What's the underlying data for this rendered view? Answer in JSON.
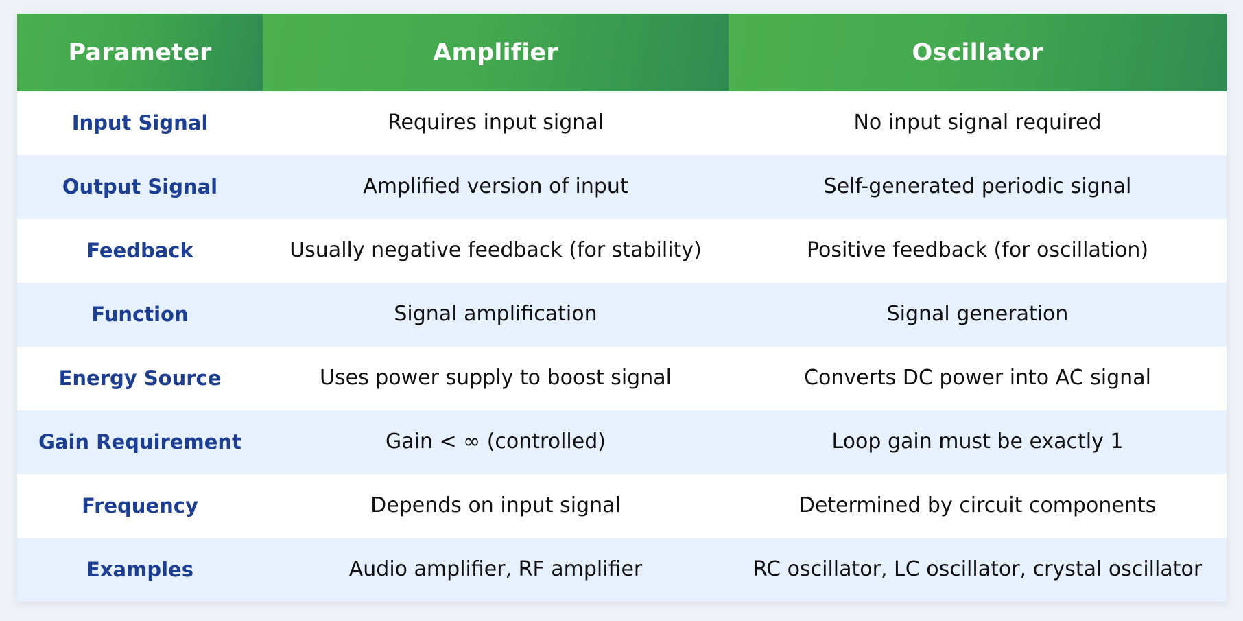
{
  "table": {
    "columns": [
      {
        "key": "parameter",
        "label": "Parameter"
      },
      {
        "key": "amplifier",
        "label": "Amplifier"
      },
      {
        "key": "oscillator",
        "label": "Oscillator"
      }
    ],
    "rows": [
      {
        "parameter": "Input Signal",
        "amplifier": "Requires input signal",
        "oscillator": "No input signal required"
      },
      {
        "parameter": "Output Signal",
        "amplifier": "Amplified version of input",
        "oscillator": "Self-generated periodic signal"
      },
      {
        "parameter": "Feedback",
        "amplifier": "Usually negative feedback (for stability)",
        "oscillator": "Positive feedback (for oscillation)"
      },
      {
        "parameter": "Function",
        "amplifier": "Signal amplification",
        "oscillator": "Signal generation"
      },
      {
        "parameter": "Energy Source",
        "amplifier": "Uses power supply to boost signal",
        "oscillator": "Converts DC power into AC signal"
      },
      {
        "parameter": "Gain Requirement",
        "amplifier": "Gain < ∞ (controlled)",
        "oscillator": "Loop gain must be exactly 1"
      },
      {
        "parameter": "Frequency",
        "amplifier": "Depends on input signal",
        "oscillator": "Determined by circuit components"
      },
      {
        "parameter": "Examples",
        "amplifier": "Audio amplifier, RF amplifier",
        "oscillator": "RC oscillator, LC oscillator, crystal oscillator"
      }
    ]
  },
  "colors": {
    "page_background": "#eef2f7",
    "header_green_light": "#4cb04f",
    "header_green_dark": "#2f8c52",
    "header_text": "#ffffff",
    "parameter_text": "#1c3f94",
    "cell_text": "#111111",
    "row_odd_background": "#ffffff",
    "row_even_background": "#e7f0fd"
  }
}
